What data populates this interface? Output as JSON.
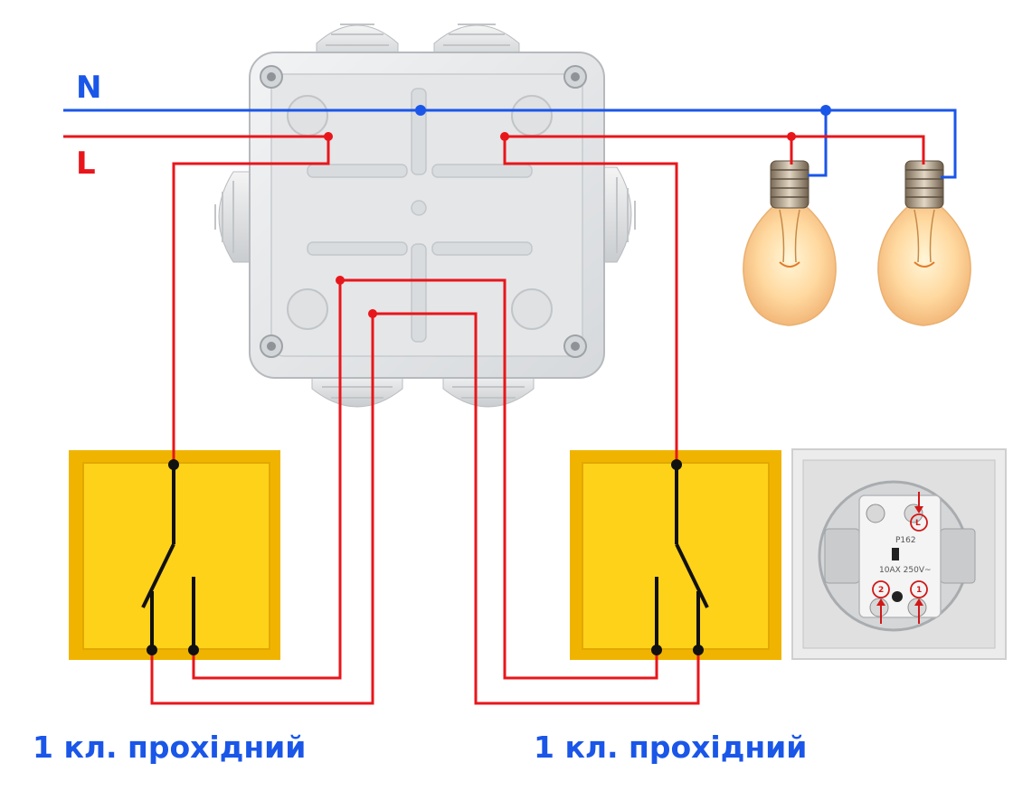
{
  "labels": {
    "neutral": "N",
    "live": "L"
  },
  "captions": {
    "left_switch": "1 кл. прохідний",
    "right_switch": "1 кл. прохідний"
  },
  "switch_photo": {
    "model": "P162",
    "rating": "10AX 250V~",
    "terminal_common": "L",
    "terminal_2": "2",
    "terminal_1": "1"
  },
  "colors": {
    "neutral_wire": "#1a56e8",
    "live_wire": "#e8161b",
    "switch_frame": "#f0b400",
    "switch_key": "#ffd21a",
    "box": "#e6e8ea",
    "bulb_glow": "#ffd9a0"
  },
  "icons": [
    "junction-box",
    "light-bulb",
    "switch-mechanism"
  ]
}
